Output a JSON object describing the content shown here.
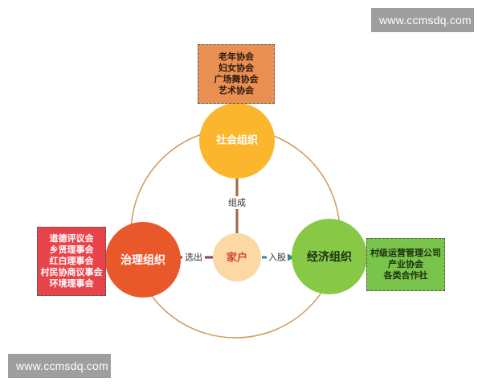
{
  "watermarks": {
    "top": "www.ccmsdq.com",
    "bottom": "www.ccmsdq.com"
  },
  "nodes": {
    "center": "家户",
    "social": "社会组织",
    "governance": "治理组织",
    "economic": "经济组织"
  },
  "edges": {
    "to_social": "组成",
    "to_governance": "选出",
    "to_economic": "入股"
  },
  "lists": {
    "social": [
      "老年协会",
      "妇女协会",
      "广场舞协会",
      "艺术协会"
    ],
    "governance": [
      "道德评议会",
      "乡贤理事会",
      "红白理事会",
      "村民协商议事会",
      "环境理事会"
    ],
    "economic": [
      "村级运营管理公司",
      "产业协会",
      "各类合作社"
    ]
  },
  "colors": {
    "social": "#fbb62d",
    "governance": "#e8582b",
    "economic": "#87c846",
    "center": "#fbd8a4",
    "ring": "#d09a5c",
    "arrow_social": "#a0673c",
    "arrow_governance": "#8b3e6e",
    "arrow_economic": "#2f8c86"
  }
}
